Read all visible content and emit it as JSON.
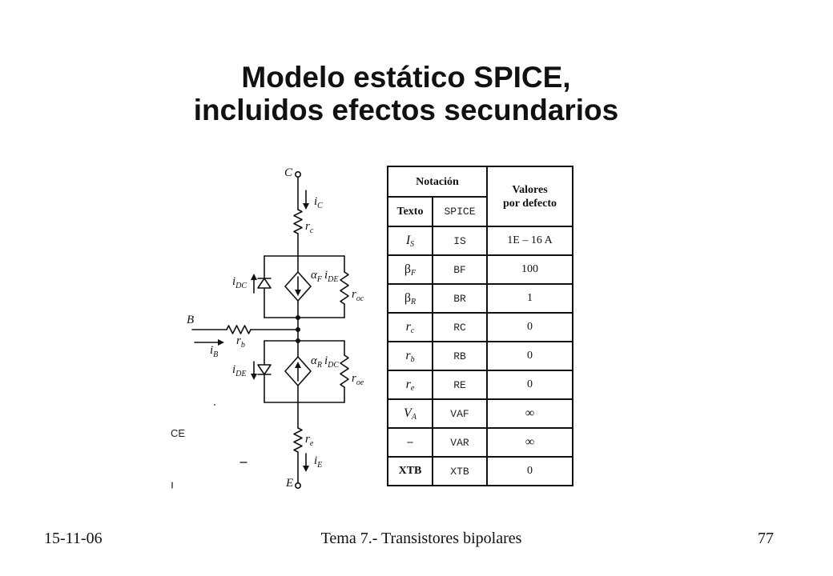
{
  "slide": {
    "title_line1": "Modelo estático SPICE,",
    "title_line2": "incluidos efectos secundarios"
  },
  "circuit": {
    "collector_terminal": "C",
    "base_terminal": "B",
    "emitter_terminal": "E",
    "i_c": {
      "base": "i",
      "sub": "C"
    },
    "r_c": {
      "base": "r",
      "sub": "c"
    },
    "i_dc": {
      "base": "i",
      "sub": "DC"
    },
    "source_forward": {
      "coef": "α",
      "coef_sub": "F",
      "var": "i",
      "var_sub": "DE"
    },
    "r_oc": {
      "base": "r",
      "sub": "oc"
    },
    "r_b": {
      "base": "r",
      "sub": "b"
    },
    "i_b": {
      "base": "i",
      "sub": "B"
    },
    "i_de": {
      "base": "i",
      "sub": "DE"
    },
    "source_reverse": {
      "coef": "α",
      "coef_sub": "R",
      "var": "i",
      "var_sub": "DC"
    },
    "r_oe": {
      "base": "r",
      "sub": "oe"
    },
    "r_e": {
      "base": "r",
      "sub": "e"
    },
    "i_e": {
      "base": "i",
      "sub": "E"
    },
    "edge_fragment": "CE"
  },
  "table": {
    "header_notation": "Notación",
    "header_text": "Texto",
    "header_spice": "SPICE",
    "header_defaults_line1": "Valores",
    "header_defaults_line2": "por defecto",
    "rows": [
      {
        "symbol": "I",
        "sub": "S",
        "spice": "IS",
        "default": "1E – 16 A"
      },
      {
        "symbol": "β",
        "sub": "F",
        "spice": "BF",
        "default": "100"
      },
      {
        "symbol": "β",
        "sub": "R",
        "spice": "BR",
        "default": "1"
      },
      {
        "symbol": "r",
        "sub": "c",
        "spice": "RC",
        "default": "0"
      },
      {
        "symbol": "r",
        "sub": "b",
        "spice": "RB",
        "default": "0"
      },
      {
        "symbol": "r",
        "sub": "e",
        "spice": "RE",
        "default": "0"
      },
      {
        "symbol": "V",
        "sub": "A",
        "spice": "VAF",
        "default": "∞"
      },
      {
        "symbol": "–",
        "spice": "VAR",
        "default": "∞"
      },
      {
        "symbol": "XTB",
        "spice": "XTB",
        "default": "0"
      }
    ]
  },
  "footer": {
    "date": "15-11-06",
    "topic": "Tema 7.- Transistores bipolares",
    "page": "77"
  }
}
